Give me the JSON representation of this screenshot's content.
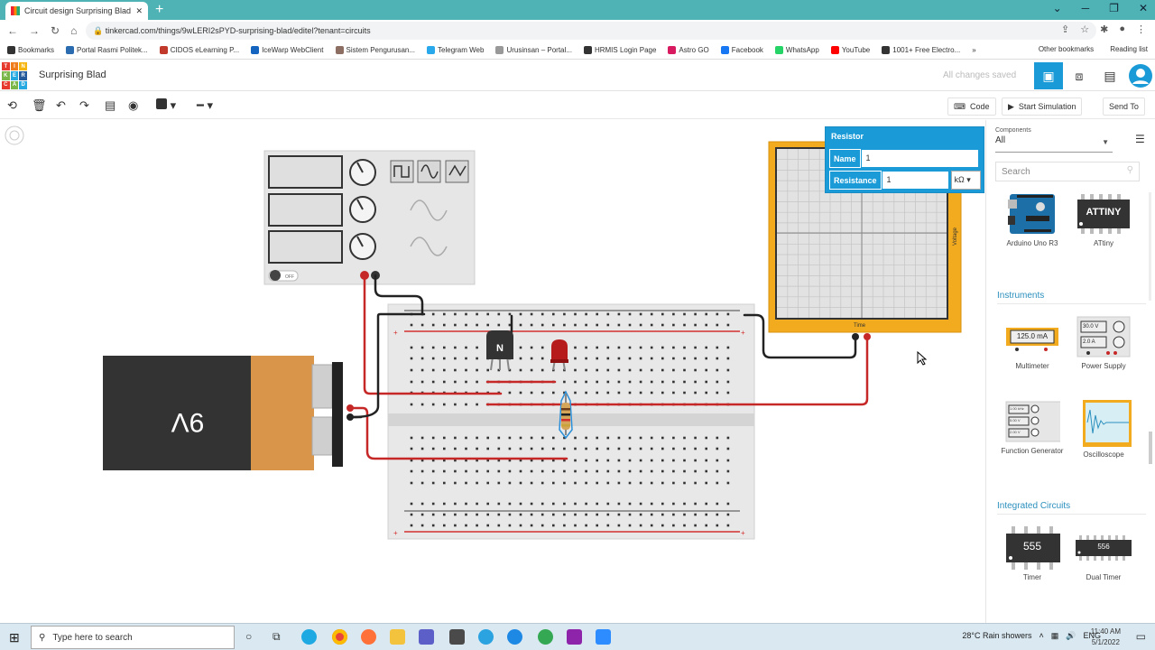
{
  "browser": {
    "tab_title": "Circuit design Surprising Blad | T...",
    "close": "✕",
    "new_tab": "+",
    "url": "tinkercad.com/things/9wLERI2sPYD-surprising-blad/editel?tenant=circuits",
    "bookmarks": [
      {
        "label": "Bookmarks",
        "color": "#333333"
      },
      {
        "label": "Portal Rasmi Politek...",
        "color": "#2b6cb0"
      },
      {
        "label": "CIDOS eLearning P...",
        "color": "#c0392b"
      },
      {
        "label": "IceWarp WebClient",
        "color": "#1565c0"
      },
      {
        "label": "Sistem Pengurusan...",
        "color": "#8d6e63"
      },
      {
        "label": "Telegram Web",
        "color": "#29a9eb"
      },
      {
        "label": "Urusinsan – Portal...",
        "color": "#999999"
      },
      {
        "label": "HRMIS Login Page",
        "color": "#333333"
      },
      {
        "label": "Astro GO",
        "color": "#d81b60"
      },
      {
        "label": "Facebook",
        "color": "#1877f2"
      },
      {
        "label": "WhatsApp",
        "color": "#25d366"
      },
      {
        "label": "YouTube",
        "color": "#ff0000"
      },
      {
        "label": "1001+ Free Electro...",
        "color": "#333333"
      }
    ],
    "bookmarks_more": "»",
    "other_bookmarks": "Other bookmarks",
    "reading_list": "Reading list"
  },
  "app": {
    "logo_letters": [
      "TIN",
      "KER",
      "CAD"
    ],
    "logo_colors": [
      "#e63a2e",
      "#ef7d1b",
      "#f6b50e",
      "#7ab648",
      "#25a9e0",
      "#245a9a",
      "#e63a2e",
      "#7ab648",
      "#25a9e0"
    ],
    "project_name": "Surprising Blad",
    "save_status": "All changes saved"
  },
  "toolbar": {
    "code_label": "Code",
    "start_simulation_label": "Start Simulation",
    "send_to_label": "Send To"
  },
  "canvas": {
    "battery_label": "9V",
    "transistor_label": "N",
    "osc_time_label": "Time",
    "osc_voltage_label": "Voltage",
    "fg_off_label": "OFF"
  },
  "resistor_props": {
    "title": "Resistor",
    "name_label": "Name",
    "name_value": "1",
    "resistance_label": "Resistance",
    "resistance_value": "1",
    "unit": "kΩ"
  },
  "components_panel": {
    "selector_caption": "Components",
    "selector_value": "All",
    "search_placeholder": "Search",
    "items_top": [
      {
        "label": "Arduino Uno R3",
        "icon": "arduino-uno-icon"
      },
      {
        "label": "ATtiny",
        "icon": "attiny-chip-icon",
        "chip_text": "ATTINY"
      }
    ],
    "instruments_title": "Instruments",
    "instruments": [
      {
        "label": "Multimeter",
        "display": "125.0 mA"
      },
      {
        "label": "Power Supply",
        "v": "30.0 V",
        "a": "2.0 A"
      },
      {
        "label": "Function Generator"
      },
      {
        "label": "Oscilloscope"
      }
    ],
    "fg_thumb_values": [
      "1.00 kHz",
      "5.00 V",
      "2.00 V"
    ],
    "ic_title": "Integrated Circuits",
    "ics": [
      {
        "label": "Timer",
        "chip_text": "555"
      },
      {
        "label": "Dual Timer",
        "chip_text": "556"
      }
    ]
  },
  "taskbar": {
    "search_placeholder": "Type here to search",
    "weather": "28°C  Rain showers",
    "language": "ENG",
    "time": "11:40 AM",
    "date": "5/1/2022"
  }
}
